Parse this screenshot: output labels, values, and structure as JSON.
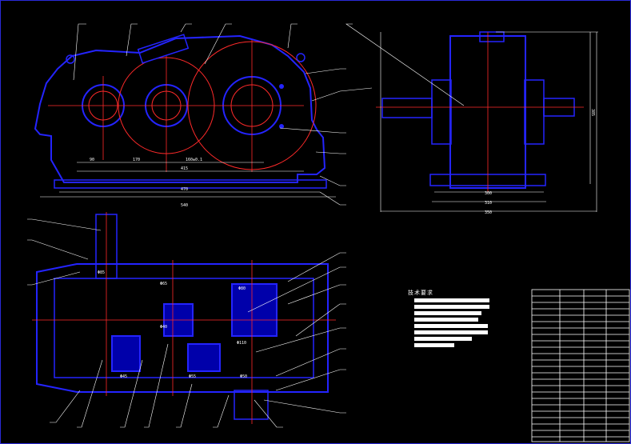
{
  "drawing": {
    "background": "#000000",
    "colors": {
      "outline": "#2424ff",
      "centerline": "#ff2a2a",
      "dimension": "#ffffff",
      "leader": "#ffffff",
      "gear_body": "#0000aa"
    }
  },
  "technical_requirements": {
    "title": "技术要求"
  },
  "dimensions": {
    "front_view": [
      "90",
      "170",
      "160±0.1",
      "415",
      "470",
      "540"
    ],
    "side_view": [
      "300",
      "310",
      "350",
      "385"
    ],
    "top_view": [
      "Φ85",
      "Φ65",
      "Φ80",
      "Φ110",
      "Φ40",
      "Φ50",
      "Φ45",
      "Φ55"
    ]
  },
  "title_block": {
    "rows": 24
  }
}
